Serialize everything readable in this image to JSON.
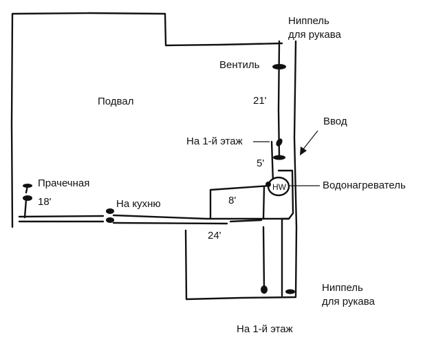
{
  "labels": {
    "basement": "Подвал",
    "hose_bib_top_line1": "Ниппель",
    "hose_bib_top_line2": "для рукава",
    "valve": "Вентиль",
    "run_21": "21'",
    "inlet": "Ввод",
    "to_first_floor_upper": "На 1-й этаж",
    "run_5": "5'",
    "water_heater_abbr": "HW",
    "water_heater": "Водонагреватель",
    "laundry": "Прачечная",
    "run_18": "18'",
    "to_kitchen": "На кухню",
    "run_8": "8'",
    "run_24": "24'",
    "hose_bib_bottom_line1": "Ниппель",
    "hose_bib_bottom_line2": "для рукава",
    "to_first_floor_lower": "На 1-й этаж"
  }
}
